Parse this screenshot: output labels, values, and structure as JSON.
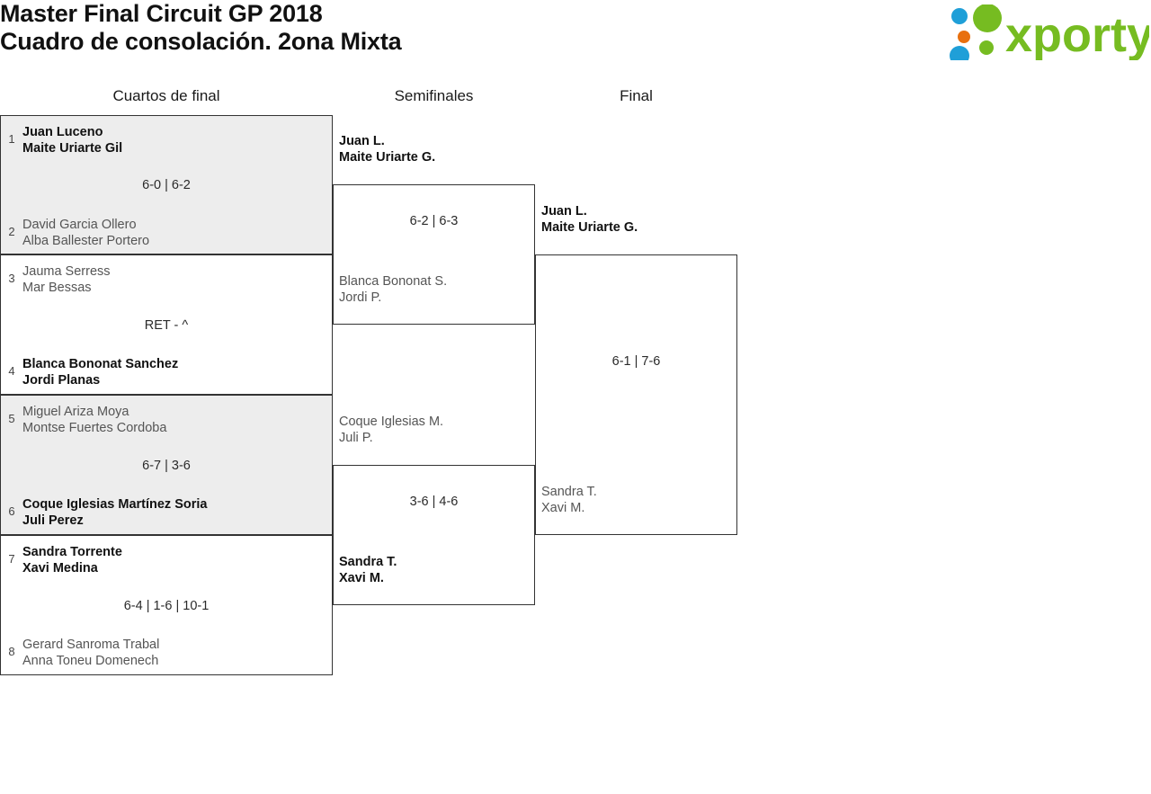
{
  "header": {
    "title_line1": "Master Final Circuit GP 2018",
    "title_line2": "Cuadro de consolación. 2ona Mixta",
    "logo_text": "xporty",
    "logo_colors": {
      "green": "#76bc21",
      "orange": "#e8700f",
      "blue": "#1f9fd8"
    }
  },
  "rounds": [
    {
      "label": "Cuartos de final"
    },
    {
      "label": "Semifinales"
    },
    {
      "label": "Final"
    }
  ],
  "bracket": {
    "quarterfinals": [
      {
        "score": "6-0 | 6-2",
        "top": {
          "seed": "1",
          "player1": "Juan Luceno",
          "player2": "Maite Uriarte Gil",
          "outcome": "winner"
        },
        "bottom": {
          "seed": "2",
          "player1": "David Garcia Ollero",
          "player2": "Alba Ballester Portero",
          "outcome": "loser"
        }
      },
      {
        "score": "RET - ^",
        "top": {
          "seed": "3",
          "player1": "Jauma Serress",
          "player2": "Mar Bessas",
          "outcome": "loser"
        },
        "bottom": {
          "seed": "4",
          "player1": "Blanca Bononat Sanchez",
          "player2": "Jordi Planas",
          "outcome": "winner"
        }
      },
      {
        "score": "6-7 | 3-6",
        "top": {
          "seed": "5",
          "player1": "Miguel Ariza Moya",
          "player2": "Montse Fuertes Cordoba",
          "outcome": "loser"
        },
        "bottom": {
          "seed": "6",
          "player1": "Coque Iglesias Martínez Soria",
          "player2": "Juli Perez",
          "outcome": "winner"
        }
      },
      {
        "score": "6-4 | 1-6 | 10-1",
        "top": {
          "seed": "7",
          "player1": "Sandra Torrente",
          "player2": "Xavi Medina",
          "outcome": "winner"
        },
        "bottom": {
          "seed": "8",
          "player1": "Gerard Sanroma Trabal",
          "player2": "Anna Toneu Domenech",
          "outcome": "loser"
        }
      }
    ],
    "semifinals": [
      {
        "score": "6-2 | 6-3",
        "top": {
          "player1": "Juan L.",
          "player2": "Maite Uriarte G.",
          "outcome": "winner"
        },
        "bottom": {
          "player1": "Blanca Bononat S.",
          "player2": "Jordi P.",
          "outcome": "loser"
        }
      },
      {
        "score": "3-6 | 4-6",
        "top": {
          "player1": "Coque Iglesias M.",
          "player2": "Juli P.",
          "outcome": "loser"
        },
        "bottom": {
          "player1": "Sandra T.",
          "player2": "Xavi M.",
          "outcome": "winner"
        }
      }
    ],
    "final": [
      {
        "score": "6-1 | 7-6",
        "top": {
          "player1": "Juan L.",
          "player2": "Maite Uriarte G.",
          "outcome": "winner"
        },
        "bottom": {
          "player1": "Sandra T.",
          "player2": "Xavi M.",
          "outcome": "loser"
        }
      }
    ]
  }
}
